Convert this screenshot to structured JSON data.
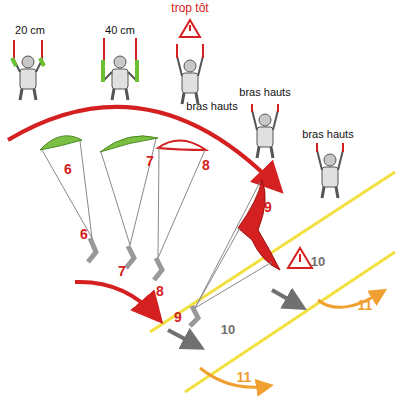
{
  "diagram": {
    "labels": [
      "20 cm",
      "40 cm",
      "trop tôt",
      "bras hauts",
      "bras hauts",
      "bras hauts",
      "6",
      "7",
      "8",
      "9",
      "6",
      "7",
      "8",
      "9",
      "10",
      "10",
      "11",
      "11"
    ]
  }
}
